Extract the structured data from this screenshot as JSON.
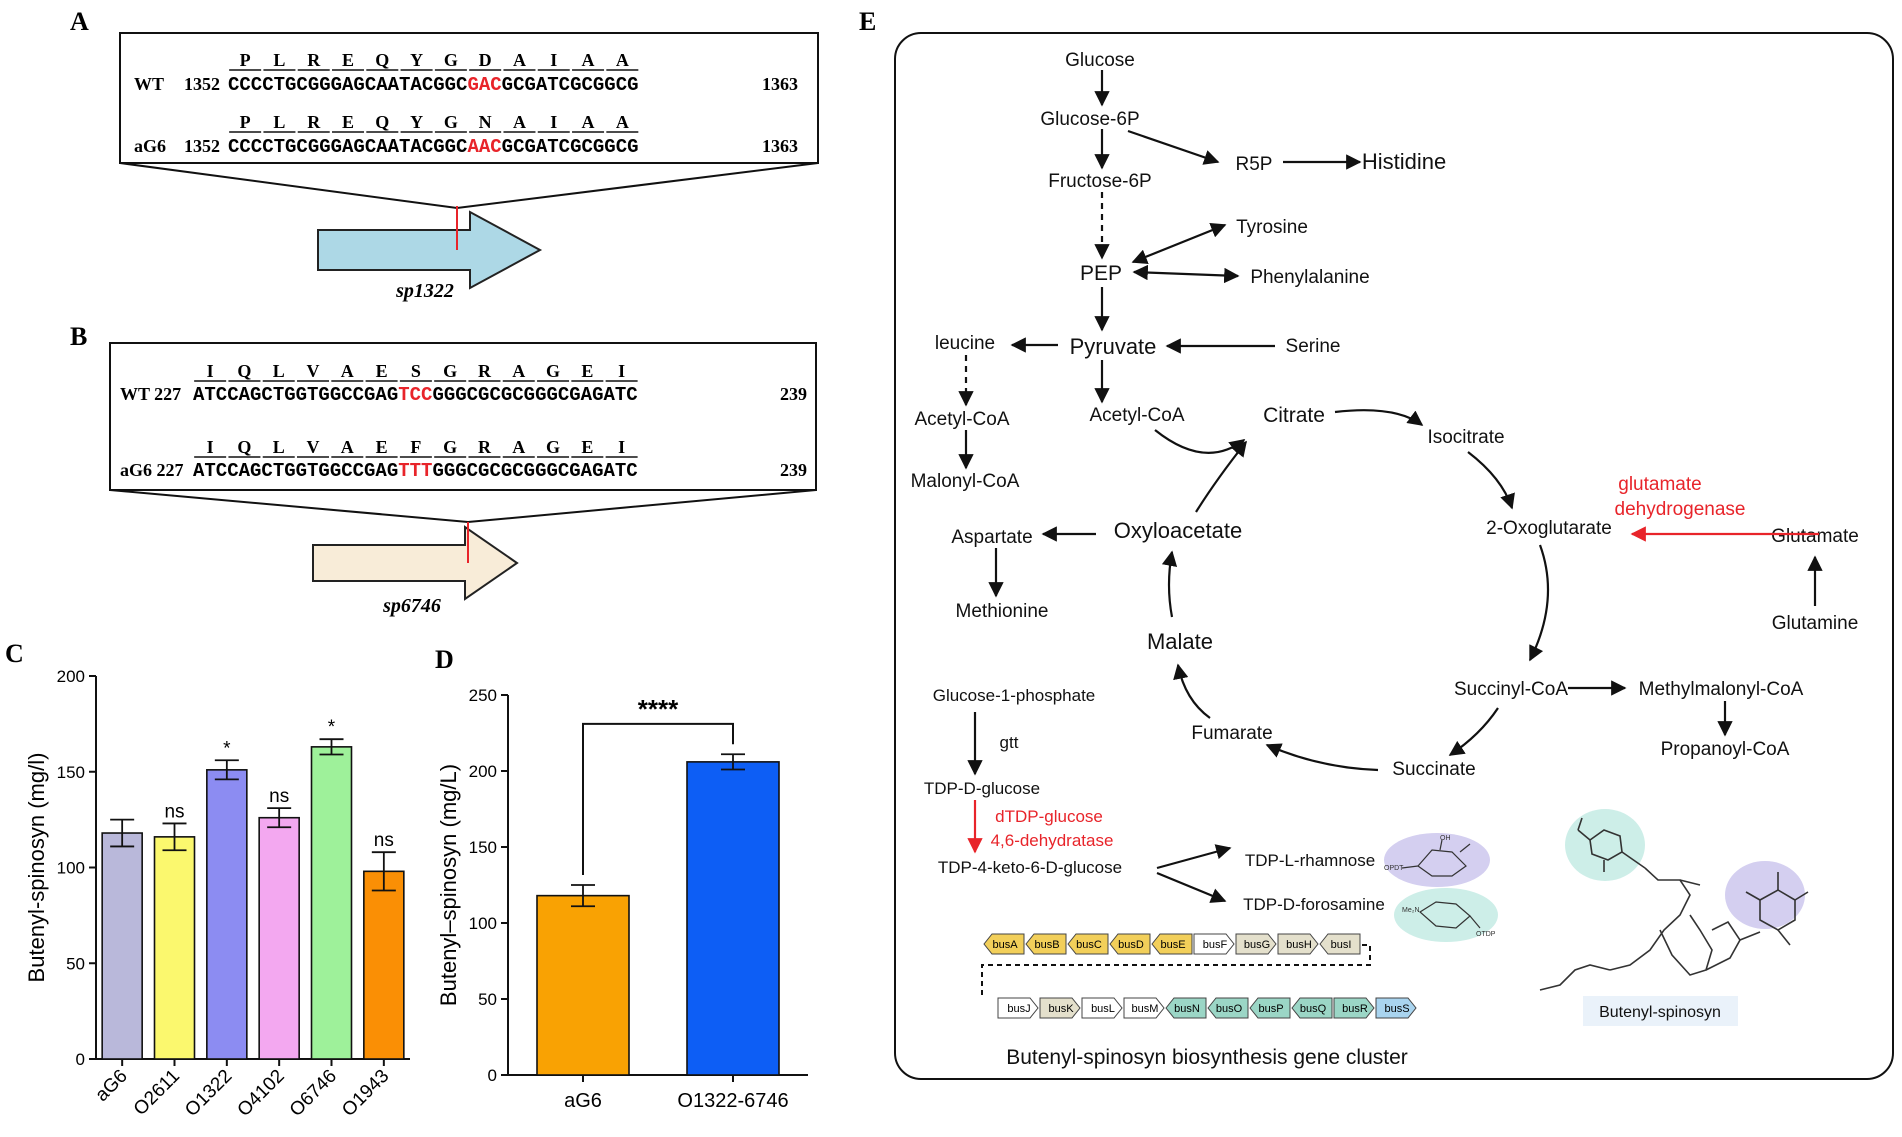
{
  "panelA": {
    "letter": "A",
    "wt_label": "WT",
    "wt_start": "1352",
    "wt_end": "1363",
    "wt_aa": [
      "P",
      "L",
      "R",
      "E",
      "Q",
      "Y",
      "G",
      "D",
      "A",
      "I",
      "A",
      "A"
    ],
    "wt_seq_pre": "CCCCTGCGGGAGCAATACGGC",
    "wt_seq_mut": "GAC",
    "wt_seq_post": "GCGATCGCGGCG",
    "mut_label": "aG6",
    "mut_start": "1352",
    "mut_end": "1363",
    "mut_aa": [
      "P",
      "L",
      "R",
      "E",
      "Q",
      "Y",
      "G",
      "N",
      "A",
      "I",
      "A",
      "A"
    ],
    "mut_seq_pre": "CCCCTGCGGGAGCAATACGGC",
    "mut_seq_mut": "AAC",
    "mut_seq_post": "GCGATCGCGGCG",
    "gene": "sp1322",
    "arrow_color": "#add8e6"
  },
  "panelB": {
    "letter": "B",
    "wt_label": "WT 227",
    "wt_end": "239",
    "wt_aa": [
      "I",
      "Q",
      "L",
      "V",
      "A",
      "E",
      "S",
      "G",
      "R",
      "A",
      "G",
      "E",
      "I"
    ],
    "wt_seq_pre": "ATCCAGCTGGTGGCCGAG",
    "wt_seq_mut": "TCC",
    "wt_seq_post": "GGGCGCGCGGGCGAGATC",
    "mut_label": "aG6 227",
    "mut_end": "239",
    "mut_aa": [
      "I",
      "Q",
      "L",
      "V",
      "A",
      "E",
      "F",
      "G",
      "R",
      "A",
      "G",
      "E",
      "I"
    ],
    "mut_seq_pre": "ATCCAGCTGGTGGCCGAG",
    "mut_seq_mut": "TTT",
    "mut_seq_post": "GGGCGCGCGGGCGAGATC",
    "gene": "sp6746",
    "arrow_color": "#f8ecd8"
  },
  "chart_data": [
    {
      "type": "bar",
      "panel": "C",
      "categories": [
        "aG6",
        "O2611",
        "O1322",
        "O4102",
        "O6746",
        "O1943"
      ],
      "values": [
        118,
        116,
        151,
        126,
        163,
        98
      ],
      "errors": [
        7,
        7,
        5,
        5,
        4,
        10
      ],
      "significance": [
        "",
        "ns",
        "*",
        "ns",
        "*",
        "ns"
      ],
      "colors": [
        "#b9b8da",
        "#fbf86e",
        "#8c8cf2",
        "#f3a8f0",
        "#9ef19a",
        "#fa8f05"
      ],
      "ylabel": "Butenyl-spinosyn (mg/l)",
      "ylim": [
        0,
        200
      ],
      "yticks": [
        0,
        50,
        100,
        150,
        200
      ],
      "grid": false
    },
    {
      "type": "bar",
      "panel": "D",
      "categories": [
        "aG6",
        "O1322-6746"
      ],
      "values": [
        118,
        206
      ],
      "errors": [
        7,
        5
      ],
      "colors": [
        "#f9a203",
        "#0d5ef5"
      ],
      "ylabel": "Butenyl–spinosyn (mg/L)",
      "ylim": [
        0,
        250
      ],
      "yticks": [
        0,
        50,
        100,
        150,
        200,
        250
      ],
      "significance_bracket": "****",
      "grid": false
    }
  ],
  "panel_labels": {
    "C": "C",
    "D": "D",
    "E": "E"
  },
  "panelE": {
    "glucose": "Glucose",
    "glucose6p": "Glucose-6P",
    "fructose6p": "Fructose-6P",
    "r5p": "R5P",
    "histidine": "Histidine",
    "tyrosine": "Tyrosine",
    "pep": "PEP",
    "phenylalanine": "Phenylalanine",
    "leucine": "leucine",
    "pyruvate": "Pyruvate",
    "serine": "Serine",
    "acetylcoa_left": "Acetyl-CoA",
    "malonylcoa": "Malonyl-CoA",
    "acetylcoa": "Acetyl-CoA",
    "citrate": "Citrate",
    "isocitrate": "Isocitrate",
    "enzyme1_line1": "glutamate",
    "enzyme1_line2": "dehydrogenase",
    "oxoglutarate": "2-Oxoglutarate",
    "glutamate": "Glutamate",
    "glutamine": "Glutamine",
    "aspartate": "Aspartate",
    "oxyloacetate": "Oxyloacetate",
    "methionine": "Methionine",
    "malate": "Malate",
    "succinylcoa": "Succinyl-CoA",
    "methylmalonylcoa": "Methylmalonyl-CoA",
    "propanoylcoa": "Propanoyl-CoA",
    "fumarate": "Fumarate",
    "succinate": "Succinate",
    "g1p": "Glucose-1-phosphate",
    "gtt": "gtt",
    "tdpglucose": "TDP-D-glucose",
    "enzyme2_line1": "dTDP-glucose",
    "enzyme2_line2": "4,6-dehydratase",
    "tdpketo": "TDP-4-keto-6-D-glucose",
    "rhamnose": "TDP-L-rhamnose",
    "forosamine": "TDP-D-forosamine",
    "row1_genes": [
      "busA",
      "busB",
      "busC",
      "busD",
      "busE",
      "busF",
      "busG",
      "busH",
      "busI"
    ],
    "row2_genes": [
      "busJ",
      "busK",
      "busL",
      "busM",
      "busN",
      "busO",
      "busP",
      "busQ",
      "busR",
      "busS"
    ],
    "cluster_caption": "Butenyl-spinosyn biosynthesis gene cluster",
    "molecule_caption": "Butenyl-spinosyn",
    "mol_label_opdt": "OPDT",
    "mol_label_oh": "OH",
    "mol_label_me2n": "Me₂N",
    "mol_label_otdp": "OTDP",
    "highlight_color": "#e8242a"
  }
}
